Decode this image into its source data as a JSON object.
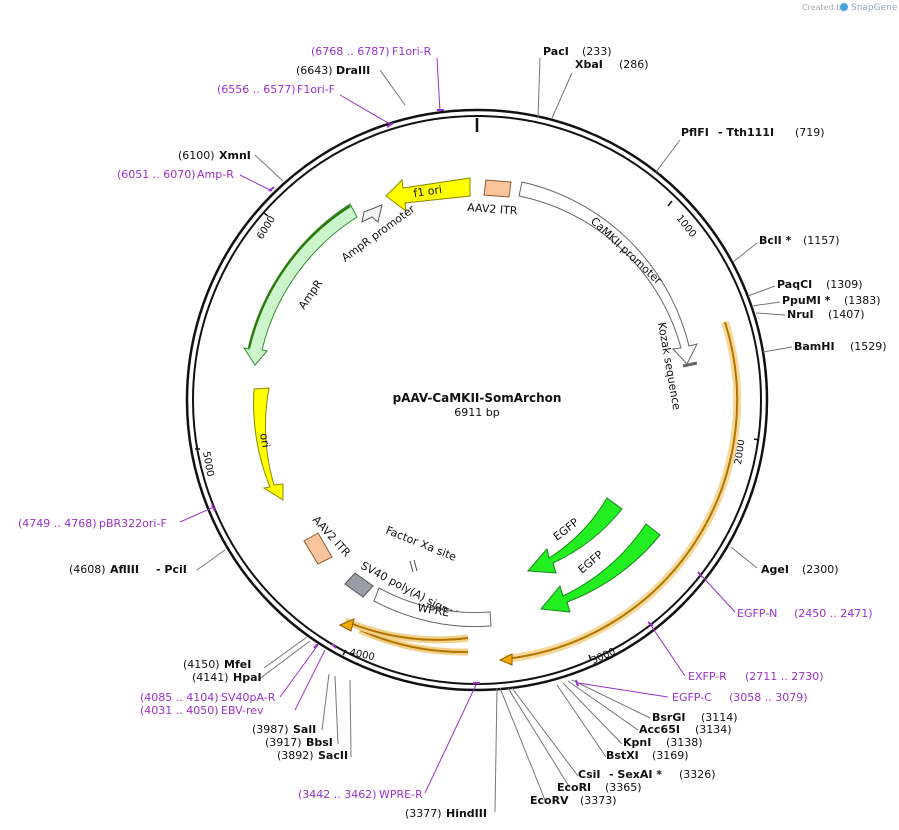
{
  "branding": {
    "created_by": "Created by",
    "brand": "SnapGene"
  },
  "plasmid": {
    "name": "pAAV-CaMKII-SomArchon",
    "size_label": "6911 bp",
    "length": 6911
  },
  "ticks": [
    "1000",
    "2000",
    "3000",
    "4000",
    "5000",
    "6000"
  ],
  "features": [
    {
      "id": "f1ori",
      "label": "f1 ori"
    },
    {
      "id": "aav2itr1",
      "label": "AAV2 ITR"
    },
    {
      "id": "camkii",
      "label": "CaMKII promoter"
    },
    {
      "id": "kozak",
      "label": "Kozak sequence"
    },
    {
      "id": "amprprom",
      "label": "AmpR promoter"
    },
    {
      "id": "ampr",
      "label": "AmpR"
    },
    {
      "id": "ori",
      "label": "ori"
    },
    {
      "id": "aav2itr2",
      "label": "AAV2 ITR"
    },
    {
      "id": "factorxa",
      "label": "Factor Xa site"
    },
    {
      "id": "sv40",
      "label": "SV40 poly(A) signal"
    },
    {
      "id": "wpre",
      "label": "WPRE"
    },
    {
      "id": "egfp1",
      "label": "EGFP"
    },
    {
      "id": "egfp2",
      "label": "EGFP"
    }
  ],
  "sites": [
    {
      "name": "PacI",
      "pos": "(233)"
    },
    {
      "name": "XbaI",
      "pos": "(286)"
    },
    {
      "name": "PflFI",
      "extra": "- Tth111I",
      "pos": "(719)"
    },
    {
      "name": "BclI *",
      "pos": "(1157)"
    },
    {
      "name": "PaqCI",
      "pos": "(1309)"
    },
    {
      "name": "PpuMI *",
      "pos": "(1383)"
    },
    {
      "name": "NruI",
      "pos": "(1407)"
    },
    {
      "name": "BamHI",
      "pos": "(1529)"
    },
    {
      "name": "AgeI",
      "pos": "(2300)"
    },
    {
      "name": "BsrGI",
      "pos": "(3114)"
    },
    {
      "name": "Acc65I",
      "pos": "(3134)"
    },
    {
      "name": "KpnI",
      "pos": "(3138)"
    },
    {
      "name": "BstXI",
      "pos": "(3169)"
    },
    {
      "name": "CsiI",
      "extra": "- SexAI *",
      "pos": "(3326)"
    },
    {
      "name": "EcoRI",
      "pos": "(3365)"
    },
    {
      "name": "EcoRV",
      "pos": "(3373)"
    },
    {
      "name": "HindIII",
      "pos": "(3377)"
    },
    {
      "name": "SacII",
      "pos": "(3892)"
    },
    {
      "name": "BbsI",
      "pos": "(3917)"
    },
    {
      "name": "SalI",
      "pos": "(3987)"
    },
    {
      "name": "HpaI",
      "pos": "(4141)"
    },
    {
      "name": "MfeI",
      "pos": "(4150)"
    },
    {
      "name": "AflIII",
      "extra": "- PciI",
      "pos": "(4608)"
    },
    {
      "name": "XmnI",
      "pos": "(6100)"
    },
    {
      "name": "DraIII",
      "pos": "(6643)"
    }
  ],
  "primers": [
    {
      "name": "F1ori-R",
      "range": "(6768 .. 6787)"
    },
    {
      "name": "F1ori-F",
      "range": "(6556 .. 6577)"
    },
    {
      "name": "Amp-R",
      "range": "(6051 .. 6070)"
    },
    {
      "name": "pBR322ori-F",
      "range": "(4749 .. 4768)"
    },
    {
      "name": "SV40pA-R",
      "range": "(4085 .. 4104)"
    },
    {
      "name": "EBV-rev",
      "range": "(4031 .. 4050)"
    },
    {
      "name": "WPRE-R",
      "range": "(3442 .. 3462)"
    },
    {
      "name": "EGFP-N",
      "range": "(2450 .. 2471)"
    },
    {
      "name": "EXFP-R",
      "range": "(2711 .. 2730)"
    },
    {
      "name": "EGFP-C",
      "range": "(3058 .. 3079)"
    }
  ],
  "colors": {
    "backbone": "#111111",
    "primer": "#9b30c8",
    "yellow": "#ffff00",
    "itr": "#f8c49b",
    "green": "#22ee22",
    "ampr": "#ccf5cc",
    "orange": "#f2a900",
    "gray": "#999ea6"
  }
}
